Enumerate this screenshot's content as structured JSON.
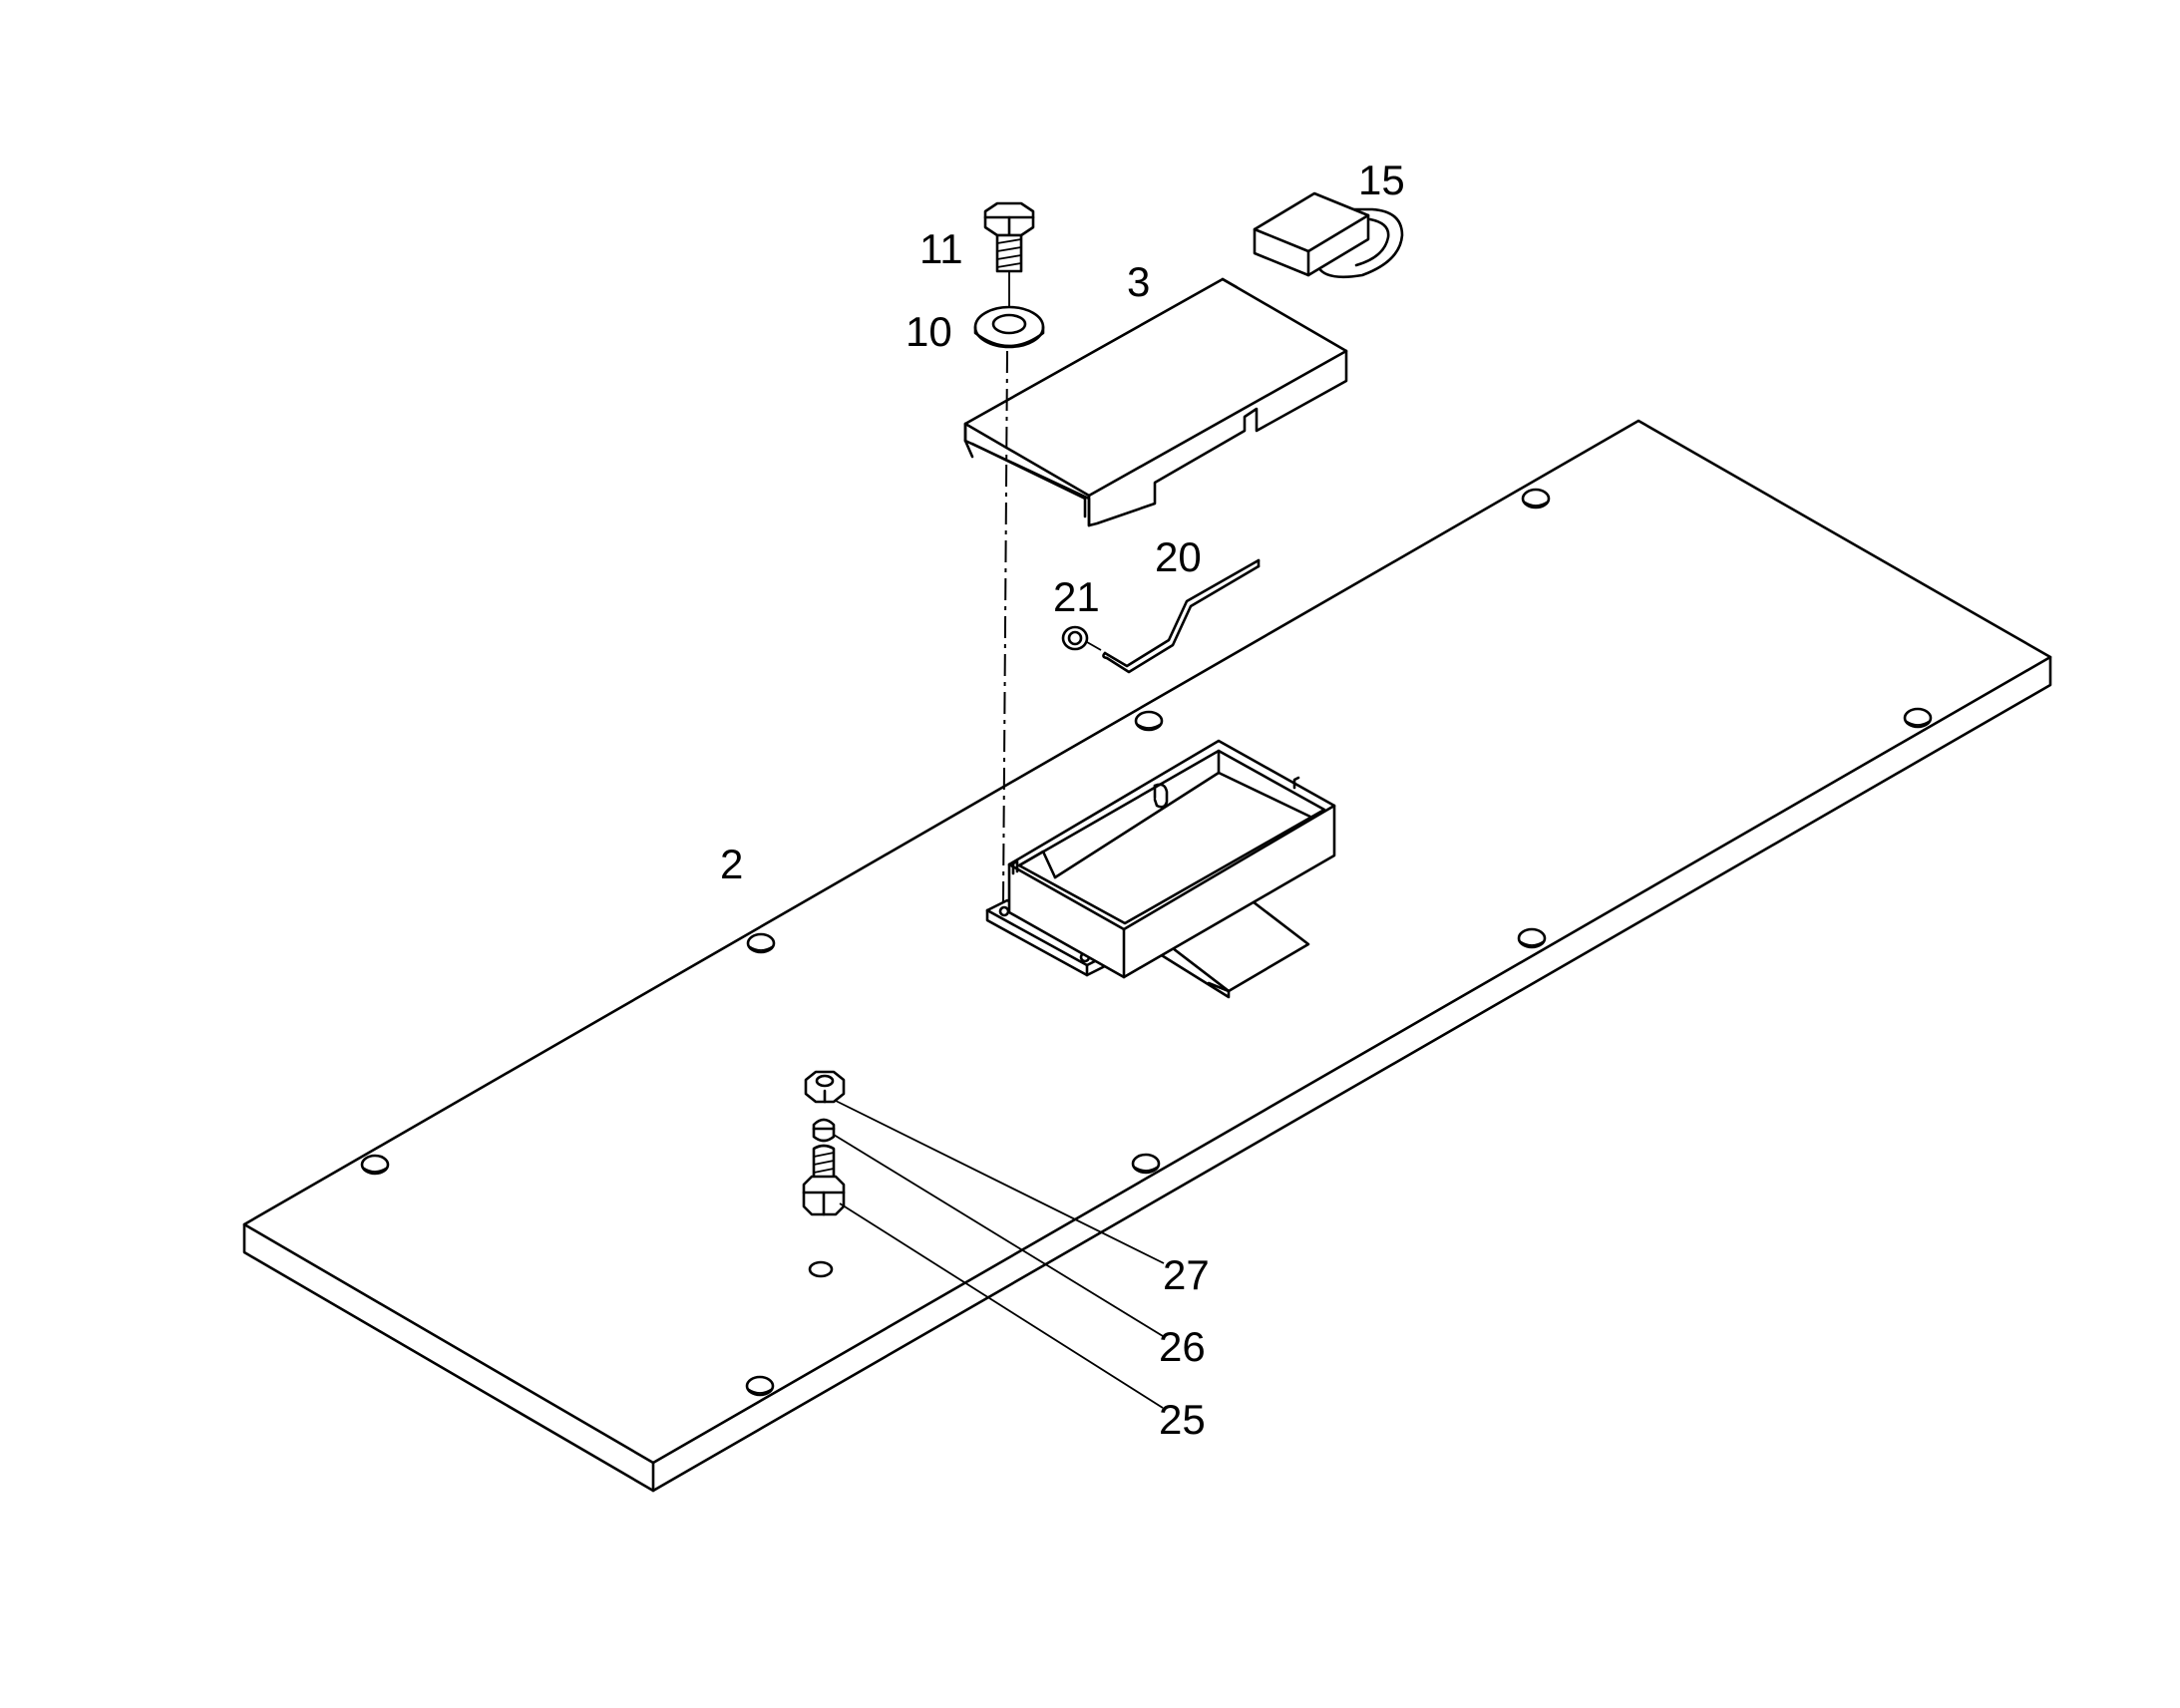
{
  "diagram": {
    "part_labels": {
      "p2": "2",
      "p3": "3",
      "p10": "10",
      "p11": "11",
      "p15": "15",
      "p20": "20",
      "p21": "21",
      "p25": "25",
      "p26": "26",
      "p27": "27"
    },
    "line_color": "#000000",
    "background_color": "#ffffff"
  }
}
